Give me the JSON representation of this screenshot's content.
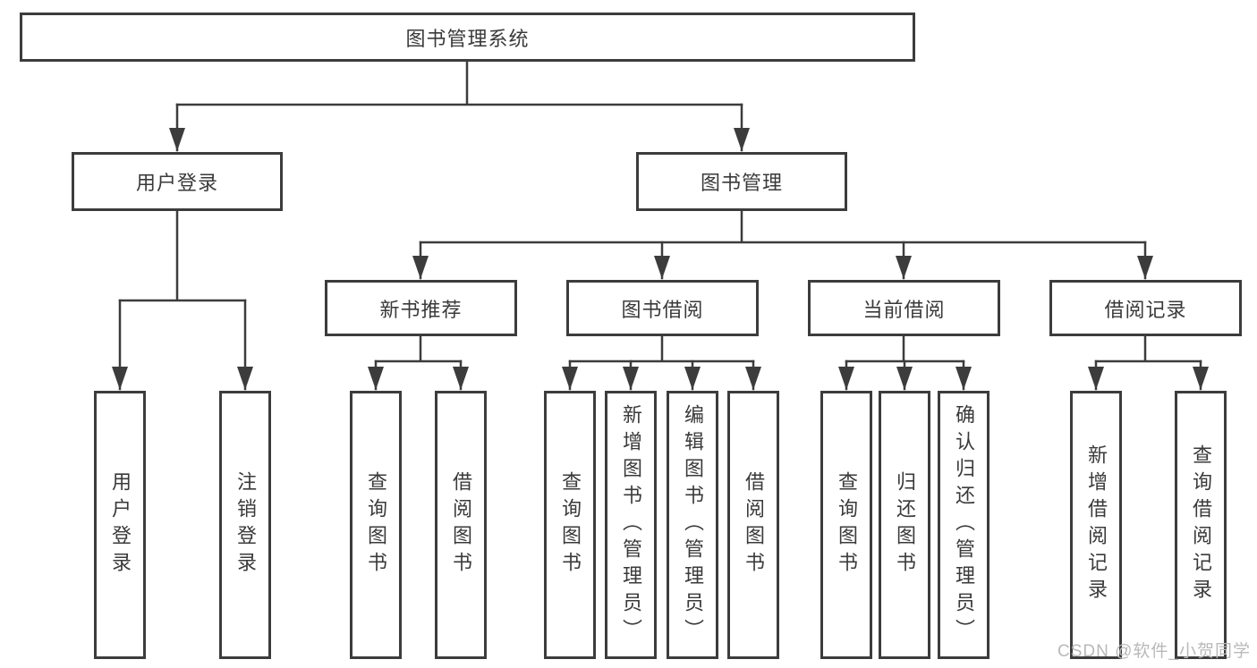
{
  "diagram": {
    "title": "图书管理系统",
    "level2": [
      {
        "label": "用户登录"
      },
      {
        "label": "图书管理"
      }
    ],
    "level3": [
      {
        "label": "新书推荐"
      },
      {
        "label": "图书借阅"
      },
      {
        "label": "当前借阅"
      },
      {
        "label": "借阅记录"
      }
    ],
    "leaves": {
      "user_login": [
        "用户登录",
        "注销登录"
      ],
      "new_books": [
        "查询图书",
        "借阅图书"
      ],
      "book_borrowing": [
        "查询图书",
        "新增图书（管理员）",
        "编辑图书（管理员）",
        "借阅图书"
      ],
      "current_borrowing": [
        "查询图书",
        "归还图书",
        "确认归还（管理员）"
      ],
      "borrowing_records": [
        "新增借阅记录",
        "查询借阅记录"
      ]
    },
    "colors": {
      "line": "#3c3c3c",
      "text": "#3a3a3a",
      "box_background": "#ffffff",
      "watermark": "#b9b9b9"
    }
  },
  "watermark": "CSDN @软件_小贺同学"
}
